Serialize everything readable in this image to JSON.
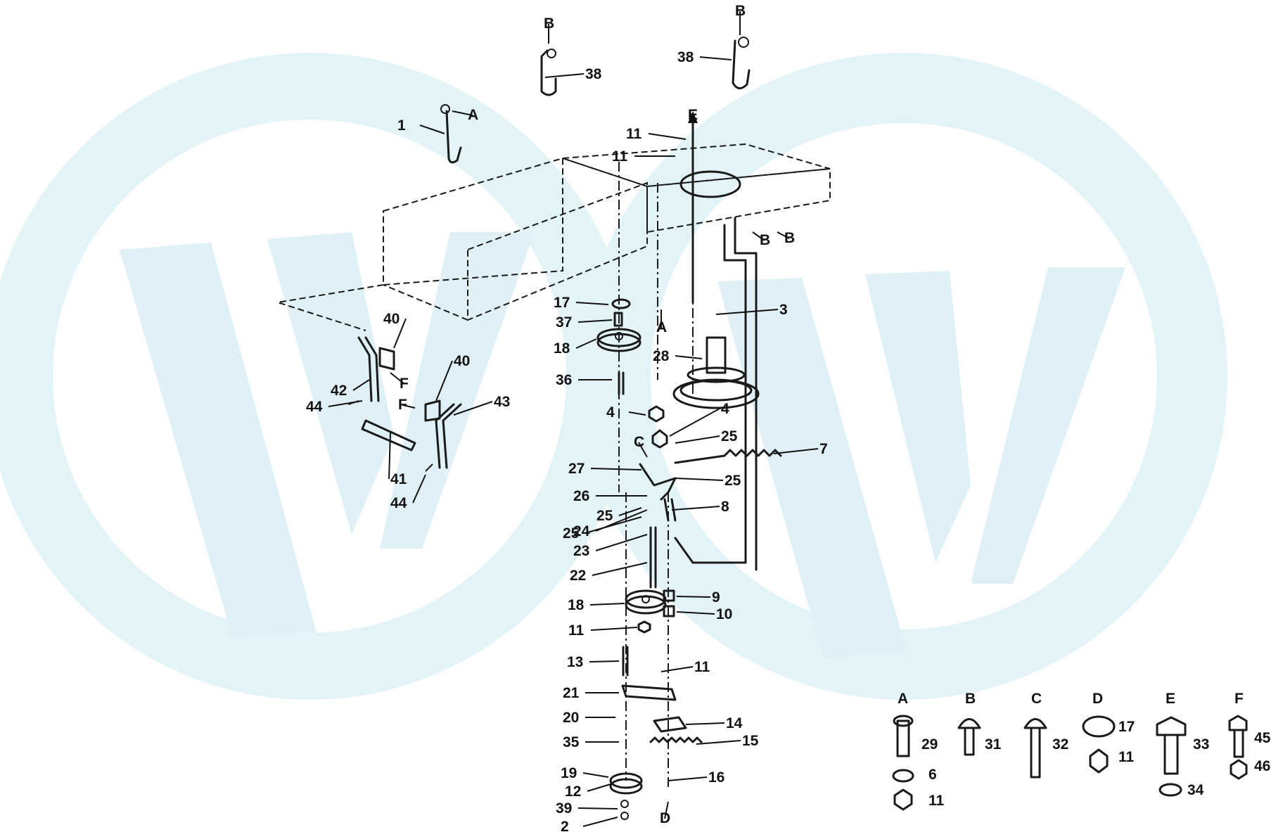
{
  "callouts": [
    {
      "id": "c1",
      "text": "1"
    },
    {
      "id": "c3",
      "text": "3"
    },
    {
      "id": "c4a",
      "text": "4"
    },
    {
      "id": "c4b",
      "text": "4"
    },
    {
      "id": "c7",
      "text": "7"
    },
    {
      "id": "c8",
      "text": "8"
    },
    {
      "id": "c9",
      "text": "9"
    },
    {
      "id": "c10",
      "text": "10"
    },
    {
      "id": "c11a",
      "text": "11"
    },
    {
      "id": "c11b",
      "text": "11"
    },
    {
      "id": "c11c",
      "text": "11"
    },
    {
      "id": "c11d",
      "text": "11"
    },
    {
      "id": "c12",
      "text": "12"
    },
    {
      "id": "c13",
      "text": "13"
    },
    {
      "id": "c14",
      "text": "14"
    },
    {
      "id": "c15",
      "text": "15"
    },
    {
      "id": "c16",
      "text": "16"
    },
    {
      "id": "c17",
      "text": "17"
    },
    {
      "id": "c18a",
      "text": "18"
    },
    {
      "id": "c18b",
      "text": "18"
    },
    {
      "id": "c19",
      "text": "19"
    },
    {
      "id": "c2",
      "text": "2"
    },
    {
      "id": "c20",
      "text": "20"
    },
    {
      "id": "c21",
      "text": "21"
    },
    {
      "id": "c22",
      "text": "22"
    },
    {
      "id": "c23",
      "text": "23"
    },
    {
      "id": "c24",
      "text": "24"
    },
    {
      "id": "c25a",
      "text": "25"
    },
    {
      "id": "c25b",
      "text": "25"
    },
    {
      "id": "c25c",
      "text": "25"
    },
    {
      "id": "c25d",
      "text": "25"
    },
    {
      "id": "c26",
      "text": "26"
    },
    {
      "id": "c27",
      "text": "27"
    },
    {
      "id": "c28",
      "text": "28"
    },
    {
      "id": "c35",
      "text": "35"
    },
    {
      "id": "c36",
      "text": "36"
    },
    {
      "id": "c37",
      "text": "37"
    },
    {
      "id": "c38a",
      "text": "38"
    },
    {
      "id": "c38b",
      "text": "38"
    },
    {
      "id": "c39",
      "text": "39"
    },
    {
      "id": "c40a",
      "text": "40"
    },
    {
      "id": "c40b",
      "text": "40"
    },
    {
      "id": "c41",
      "text": "41"
    },
    {
      "id": "c42",
      "text": "42"
    },
    {
      "id": "c43",
      "text": "43"
    },
    {
      "id": "c44a",
      "text": "44"
    },
    {
      "id": "c44b",
      "text": "44"
    }
  ],
  "connectors": [
    {
      "id": "kA1",
      "text": "A"
    },
    {
      "id": "kA2",
      "text": "A"
    },
    {
      "id": "kB1",
      "text": "B"
    },
    {
      "id": "kB2",
      "text": "B"
    },
    {
      "id": "kB3",
      "text": "B"
    },
    {
      "id": "kB4",
      "text": "B"
    },
    {
      "id": "kC",
      "text": "C"
    },
    {
      "id": "kD",
      "text": "D"
    },
    {
      "id": "kE",
      "text": "E"
    },
    {
      "id": "kF1",
      "text": "F"
    },
    {
      "id": "kF2",
      "text": "F"
    }
  ],
  "hardware_legend": [
    {
      "letter": "A",
      "parts": [
        {
          "num": "29",
          "shape": "bolt"
        },
        {
          "num": "6",
          "shape": "lock-washer"
        },
        {
          "num": "11",
          "shape": "nut"
        }
      ]
    },
    {
      "letter": "B",
      "parts": [
        {
          "num": "31",
          "shape": "carriage-bolt"
        }
      ]
    },
    {
      "letter": "C",
      "parts": [
        {
          "num": "32",
          "shape": "carriage-bolt"
        }
      ]
    },
    {
      "letter": "D",
      "parts": [
        {
          "num": "17",
          "shape": "flat-washer"
        },
        {
          "num": "11",
          "shape": "nut"
        }
      ]
    },
    {
      "letter": "E",
      "parts": [
        {
          "num": "33",
          "shape": "hex-bolt"
        },
        {
          "num": "34",
          "shape": "lock-washer"
        }
      ]
    },
    {
      "letter": "F",
      "parts": [
        {
          "num": "45",
          "shape": "hex-bolt"
        },
        {
          "num": "46",
          "shape": "nut"
        }
      ]
    }
  ],
  "colors": {
    "ink": "#1a1a1a",
    "watermark": "#e3f4f8",
    "background": "#ffffff"
  }
}
